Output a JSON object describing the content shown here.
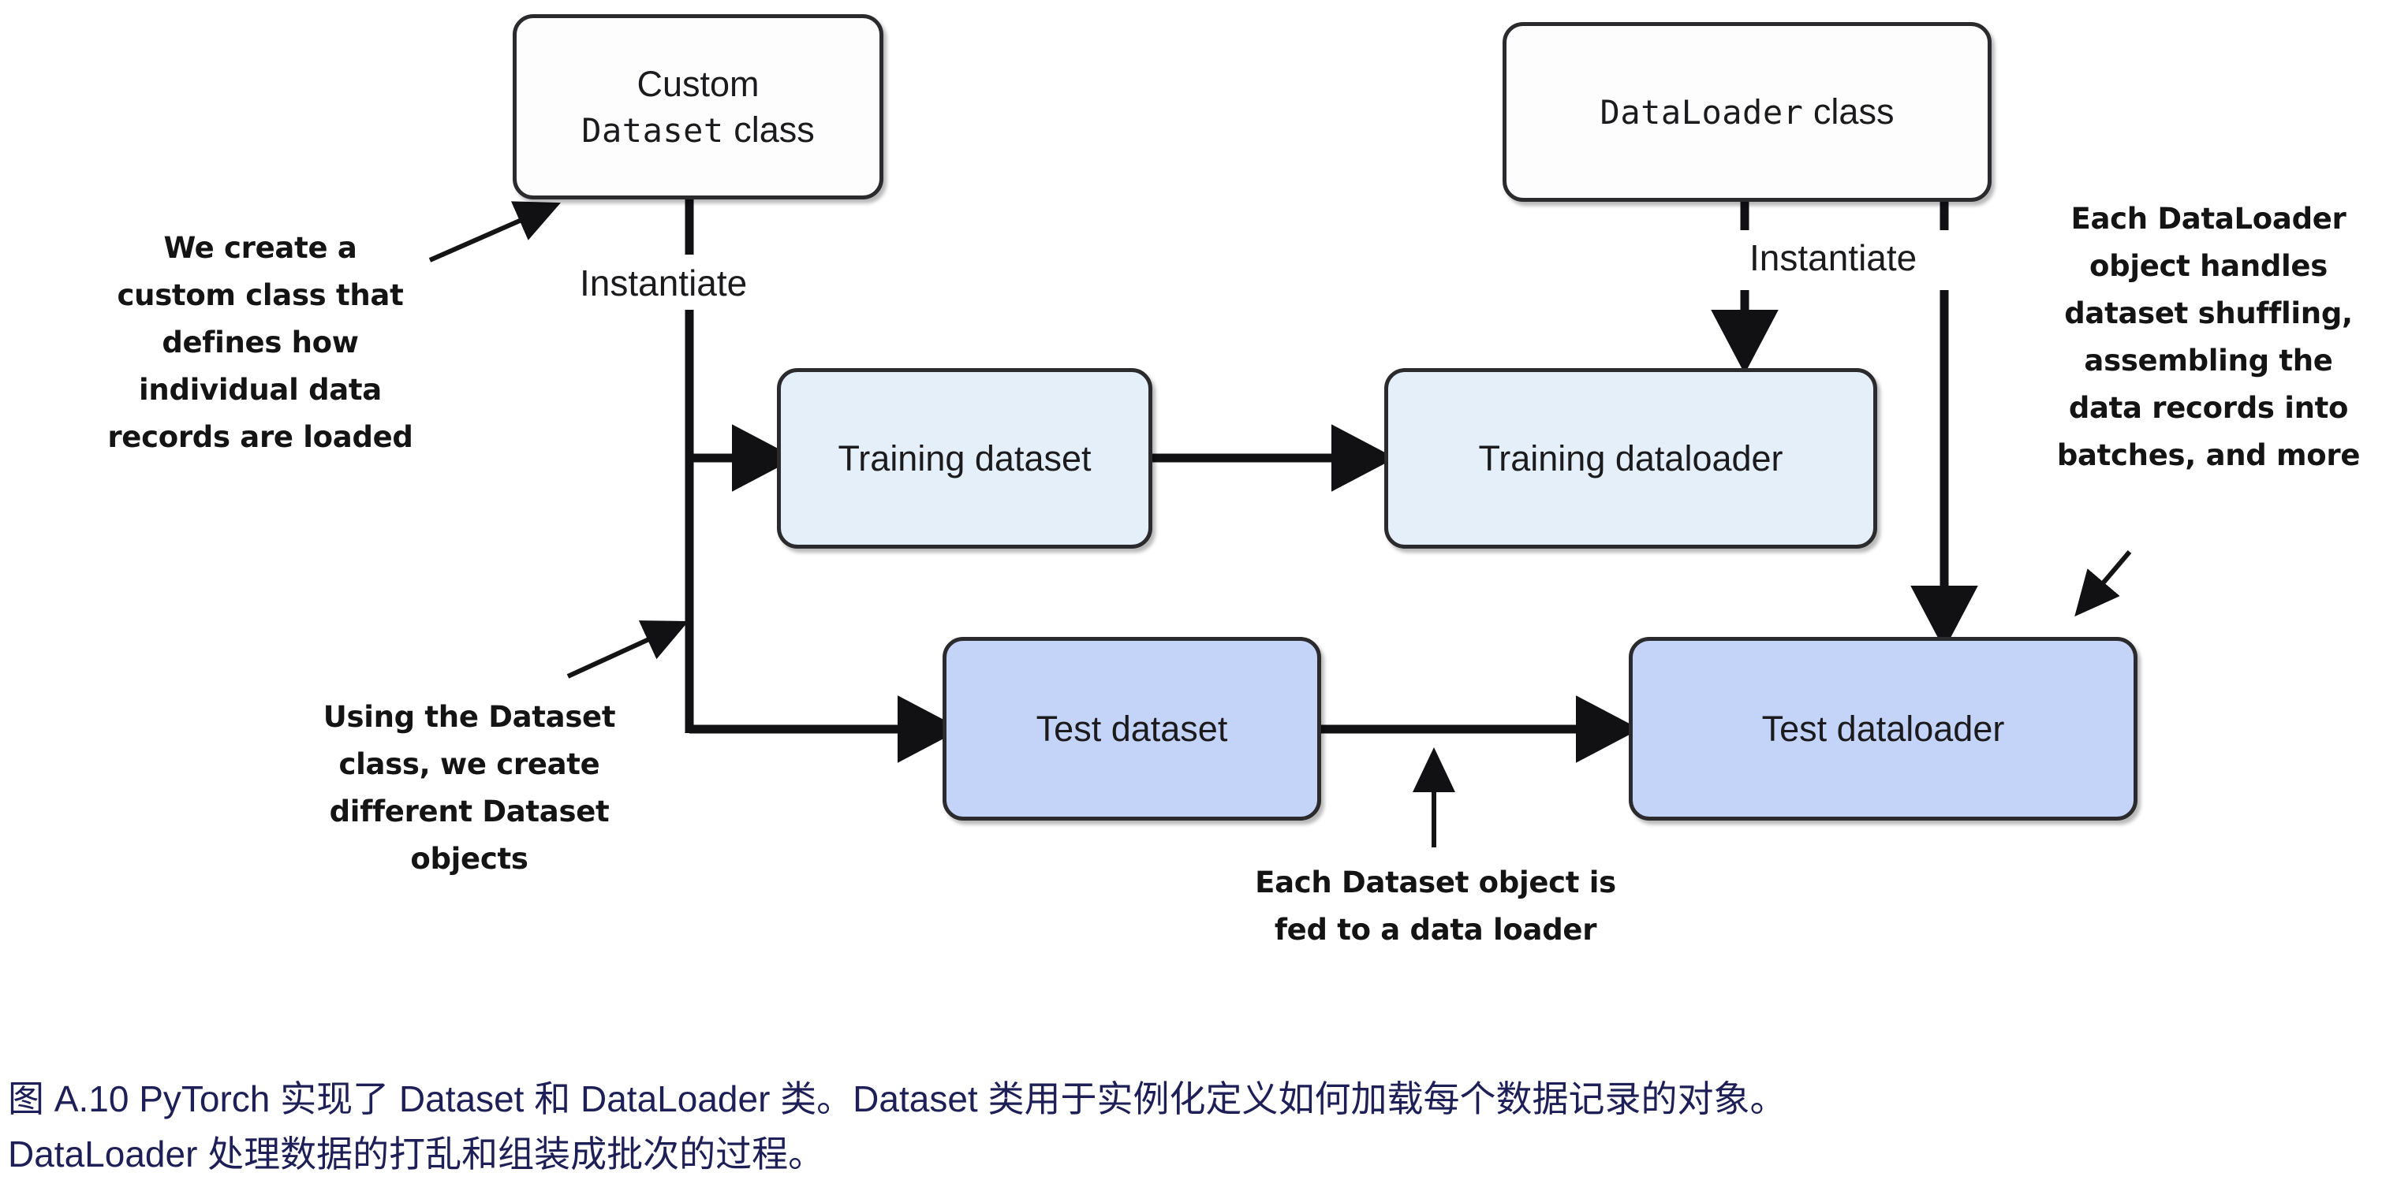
{
  "figure": {
    "type": "flow-diagram",
    "background_color": "#ffffff",
    "colors": {
      "stroke": "#2b2b2e",
      "light_blue_fill": "#e4effa",
      "dark_blue_fill": "#c4d3f8",
      "white_fill": "#fdfdfd",
      "annotation_text": "#141414",
      "caption_text": "#1d1f56"
    }
  },
  "nodes": {
    "custom_dataset_class": {
      "line1": "Custom",
      "line2_mono": "Dataset",
      "line2_sans": "class"
    },
    "dataloader_class": {
      "mono": "DataLoader",
      "sans": "class"
    },
    "training_dataset": {
      "label": "Training dataset"
    },
    "training_dataloader": {
      "label": "Training dataloader"
    },
    "test_dataset": {
      "label": "Test dataset"
    },
    "test_dataloader": {
      "label": "Test dataloader"
    }
  },
  "edge_labels": {
    "instantiate_left": "Instantiate",
    "instantiate_right": "Instantiate"
  },
  "annotations": {
    "top_left": "We create a\ncustom class that\ndefines how\nindividual data\nrecords are loaded",
    "bottom_left": "Using the Dataset\nclass, we create\ndifferent Dataset\nobjects",
    "right": "Each DataLoader\nobject handles\ndataset shuffling,\nassembling the\ndata records into\nbatches, and more",
    "bottom_center": "Each Dataset object is\nfed to a data loader"
  },
  "caption": {
    "line1": "图 A.10 PyTorch 实现了 Dataset 和 DataLoader 类。Dataset 类用于实例化定义如何加载每个数据记录的对象。",
    "line2": "DataLoader 处理数据的打乱和组装成批次的过程。"
  }
}
